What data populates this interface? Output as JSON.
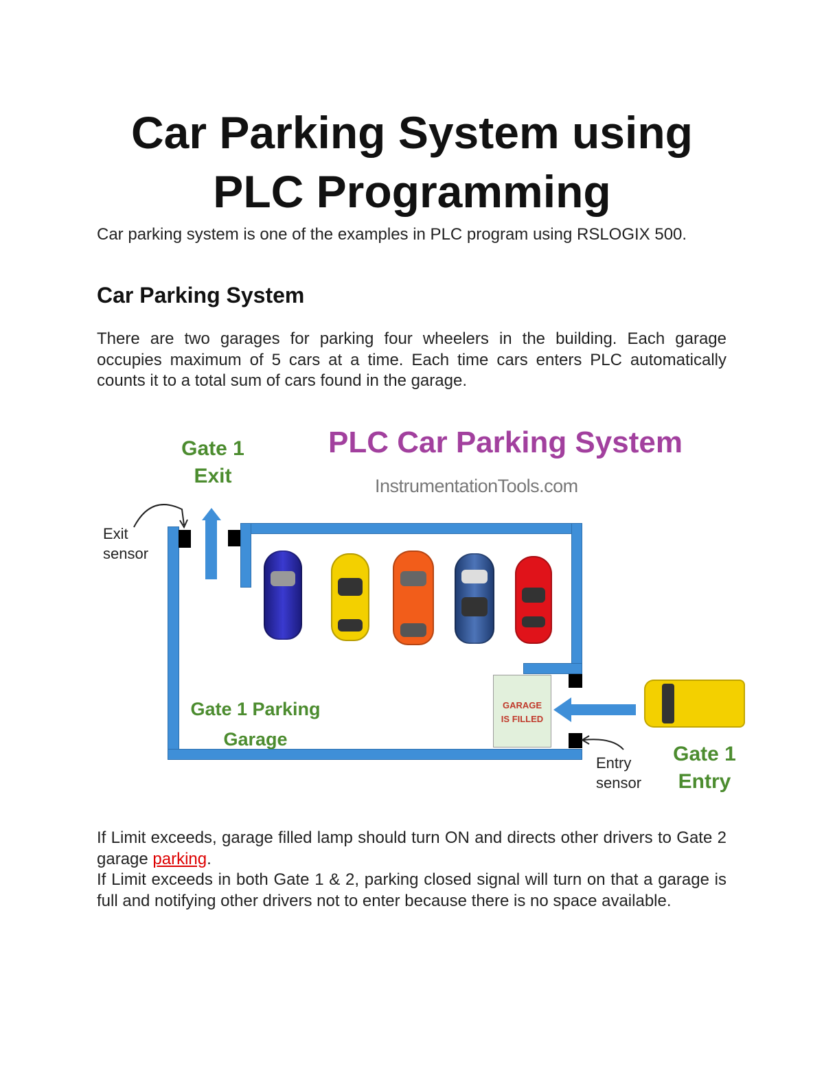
{
  "title_line1": "Car Parking System using",
  "title_line2": "PLC Programming",
  "intro": "Car parking system is one of the examples in PLC program using RSLOGIX 500.",
  "section_heading": "Car Parking System",
  "description": "There are two garages for parking four wheelers in the building. Each garage occupies maximum of 5 cars at a time. Each time cars enters PLC automatically counts it to a total sum of cars found in the garage.",
  "diagram": {
    "title": "PLC Car Parking System",
    "watermark": "InstrumentationTools.com",
    "gate_exit_line1": "Gate 1",
    "gate_exit_line2": "Exit",
    "exit_sensor_line1": "Exit",
    "exit_sensor_line2": "sensor",
    "garage_label_line1": "Gate 1 Parking",
    "garage_label_line2": "Garage",
    "lamp_line1": "GARAGE",
    "lamp_line2": "IS FILLED",
    "entry_sensor_line1": "Entry",
    "entry_sensor_line2": "sensor",
    "gate_entry_line1": "Gate 1",
    "gate_entry_line2": "Entry",
    "colors": {
      "wall": "#3f8fd8",
      "label_green": "#4c8c2f",
      "title_purple": "#a2409e",
      "lamp_red": "#c0392b",
      "lamp_fill": "#e2f0dc"
    }
  },
  "para2_before": "If Limit exceeds, garage filled lamp should turn ON and directs other drivers to Gate 2 garage ",
  "para2_link": "parking",
  "para2_after": ".",
  "para3": "If Limit exceeds in both Gate 1 & 2, parking closed signal will turn on that a garage is full and notifying other drivers not to enter because there is no space available."
}
